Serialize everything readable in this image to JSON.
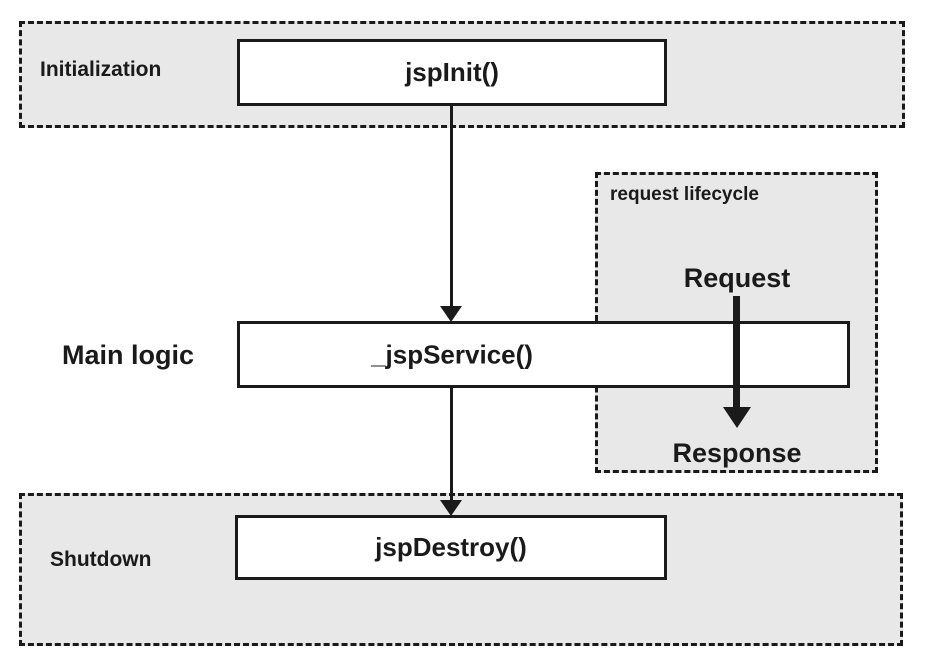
{
  "diagram": {
    "regions": {
      "initialization": {
        "label": "Initialization"
      },
      "request_lifecycle": {
        "label": "request lifecycle"
      },
      "shutdown": {
        "label": "Shutdown"
      }
    },
    "side_labels": {
      "main_logic": "Main logic"
    },
    "flow_labels": {
      "request": "Request",
      "response": "Response"
    },
    "method_boxes": {
      "jsp_init": {
        "label": "jspInit()"
      },
      "jsp_service": {
        "label": "_jspService()"
      },
      "jsp_destroy": {
        "label": "jspDestroy()"
      }
    },
    "colors": {
      "region_fill": "#e8e8e8",
      "stroke": "#1a1a1a",
      "box_fill": "#ffffff"
    }
  }
}
